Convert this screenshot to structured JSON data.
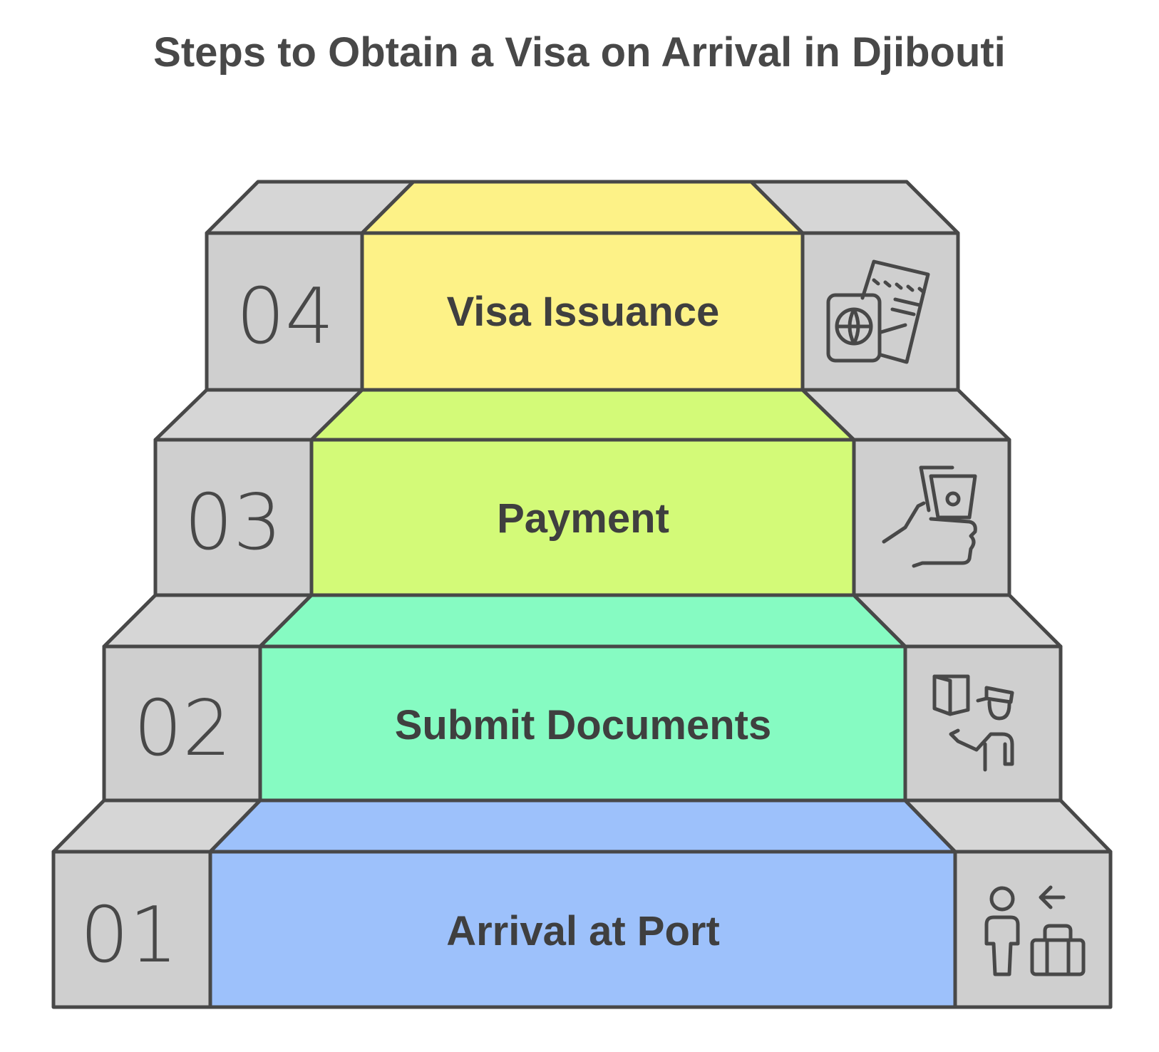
{
  "title": "Steps to Obtain a Visa on Arrival in Djibouti",
  "colors": {
    "outline": "#484848",
    "side_face": "#cfcfcf",
    "side_top": "#d8d8d8"
  },
  "steps": [
    {
      "number": "01",
      "label": "Arrival at Port",
      "icon": "traveler-luggage-icon",
      "color": "#9dc1fb"
    },
    {
      "number": "02",
      "label": "Submit Documents",
      "icon": "officer-document-icon",
      "color": "#86fbc2"
    },
    {
      "number": "03",
      "label": "Payment",
      "icon": "hand-card-icon",
      "color": "#d3fa78"
    },
    {
      "number": "04",
      "label": "Visa Issuance",
      "icon": "passport-ticket-icon",
      "color": "#fdf287"
    }
  ]
}
